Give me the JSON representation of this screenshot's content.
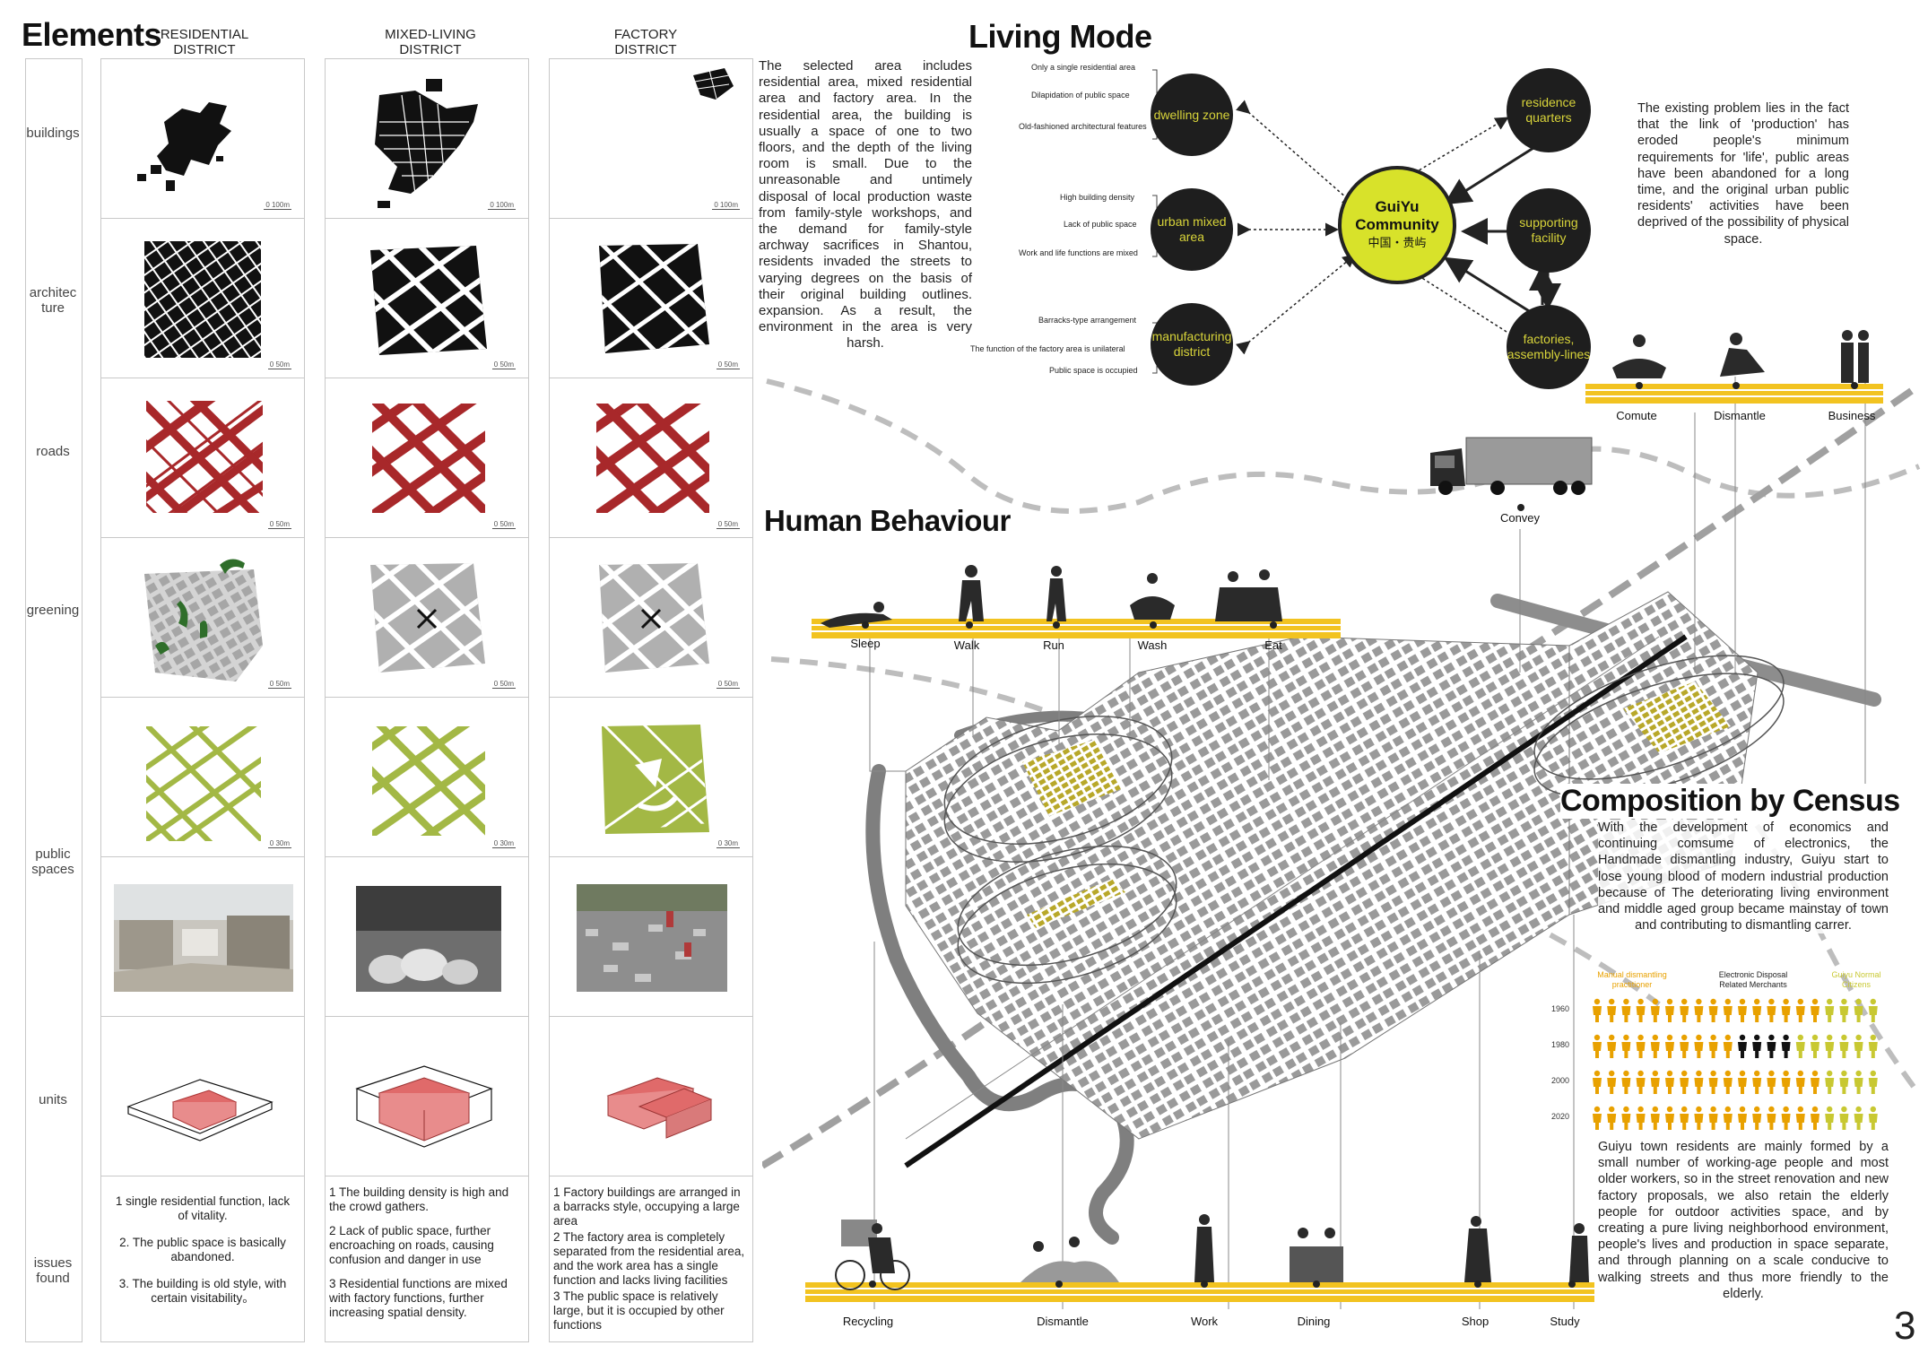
{
  "elements": {
    "title": "Elements",
    "columns": [
      "RESIDENTIAL DISTRICT",
      "MIXED-LIVING DISTRICT",
      "FACTORY DISTRICT"
    ],
    "rows": [
      "buildings",
      "architec ture",
      "roads",
      "greening",
      "public spaces",
      "units",
      "issues found"
    ],
    "scales": {
      "buildings": "0 100m",
      "grid": "0 50m",
      "public": "0 30m"
    },
    "issues": {
      "residential": [
        "1 single residential function, lack of vitality.",
        "2. The public space is basically abandoned.",
        "3. The building is old style, with certain visitability。"
      ],
      "mixed": [
        "1 The building density is high and the crowd gathers.",
        "2 Lack of public space, further encroaching on roads, causing confusion and danger in use",
        "3 Residential functions are mixed with factory functions, further increasing spatial density."
      ],
      "factory": [
        "1 Factory buildings are arranged in a barracks style, occupying a large area",
        "2 The factory area is completely separated from the residential area, and the work area has a single function and lacks living facilities",
        "3 The public space is relatively large, but it is occupied by other functions"
      ]
    }
  },
  "intro_text": "The selected area includes residential area, mixed residential area and factory area. In the residential area, the building is usually a space of one to two floors, and the depth of the living room is small. Due to the unreasonable and untimely disposal of local production waste from family-style workshops, and the demand for family-style archway sacrifices in Shantou, residents invaded the streets to varying degrees on the basis of their original building outlines. expansion. As a result, the environment in the area is very harsh.",
  "living_mode": {
    "title": "Living Mode",
    "center": {
      "line1": "GuiYu",
      "line2": "Community",
      "line3": "中国・贵屿"
    },
    "left_nodes": [
      "dwelling zone",
      "urban mixed area",
      "manufacturing district"
    ],
    "right_nodes": [
      "residence quarters",
      "supporting facility",
      "factories, assembly-lines"
    ],
    "notes_dwelling": [
      "Only a single residential area",
      "Dilapidation of public space",
      "Old-fashioned architectural features"
    ],
    "notes_urban": [
      "High building density",
      "Lack of public space",
      "Work and life functions are mixed"
    ],
    "notes_manufacturing": [
      "Barracks-type arrangement",
      "The function of the factory area is unilateral",
      "Public space is occupied"
    ],
    "problem_text": "The existing problem lies in the fact that the link of 'production' has eroded people's minimum requirements for 'life', public areas have been abandoned for a long time, and the original urban public residents' activities have been deprived of the possibility of physical space."
  },
  "work_activities": [
    "Comute",
    "Dismantle",
    "Business"
  ],
  "convey_label": "Convey",
  "human_behaviour": {
    "title": "Human Behaviour",
    "top_activities": [
      "Sleep",
      "Walk",
      "Run",
      "Wash",
      "Eat"
    ],
    "bottom_activities": [
      "Recycling",
      "Dismantle",
      "Work",
      "Dining",
      "Shop",
      "Study"
    ]
  },
  "census": {
    "title": "Composition by Census",
    "text1": "With the development of economics and continuing comsume of electronics, the Handmade dismantling industry, Guiyu start to lose young blood of modern industrial production because of The deteriorating living environment and middle aged group became mainstay of town and contributing to dismantling carrer.",
    "legend": [
      "Manual dismantling practitioner",
      "Electronic Disposal Related Merchants",
      "Guiyu Normal Citizens"
    ],
    "years": [
      "1960",
      "1980",
      "2000",
      "2020"
    ],
    "rows": [
      [
        16,
        0,
        4
      ],
      [
        10,
        4,
        6
      ],
      [
        16,
        0,
        4
      ],
      [
        16,
        0,
        4
      ]
    ],
    "text2": "Guiyu town residents are mainly formed by a small number of working-age people and most older workers, so in the street renovation and new factory proposals, we also retain the elderly people for outdoor activities space, and by creating a pure living neighborhood environment, people's lives and production in space separate, and through planning on a scale conducive to walking streets and thus more friendly to the elderly."
  },
  "page_number": "3",
  "colors": {
    "road_red": "#a8282a",
    "green": "#a3b845",
    "dark_green": "#2f6e2a",
    "yellow": "#f2c320",
    "node_yellow": "#d8e22a",
    "node_dark": "#1e1e1e",
    "orange": "#e8a100",
    "olive": "#c8c832"
  }
}
